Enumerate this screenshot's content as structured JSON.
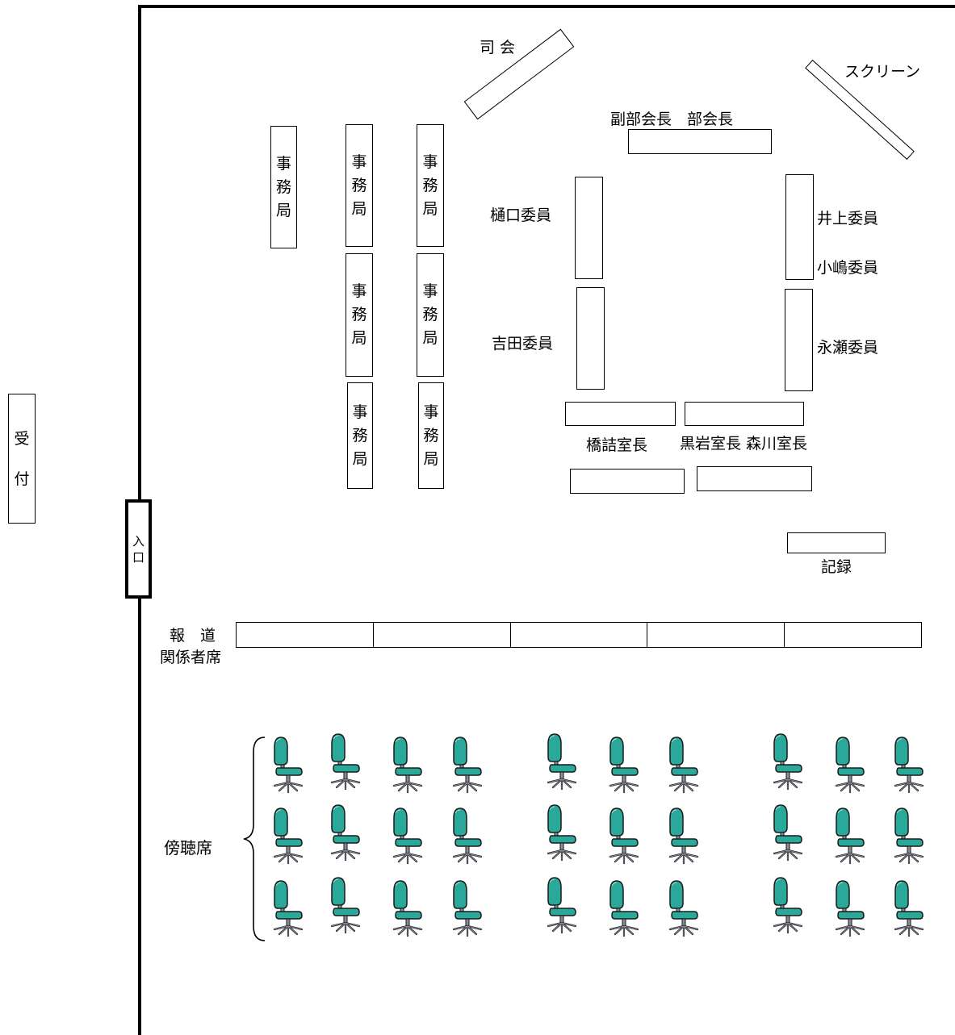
{
  "reception": {
    "label_chars": [
      "受",
      "付"
    ]
  },
  "entrance": {
    "label_chars": [
      "入",
      "口"
    ]
  },
  "emcee": {
    "label": "司 会"
  },
  "screen": {
    "label": "スクリーン"
  },
  "secretariat": {
    "label_chars": [
      "事",
      "務",
      "局"
    ],
    "count": 7
  },
  "head_table": {
    "label": "副部会長　部会長"
  },
  "members": {
    "higuchi": "樋口委員",
    "yoshida": "吉田委員",
    "inoue": "井上委員",
    "kojima": "小嶋委員",
    "nagase": "永瀬委員"
  },
  "office_chiefs": {
    "hashizume": "橋詰室長",
    "kuroiwa_morikawa": "黒岩室長 森川室長"
  },
  "record": {
    "label": "記録"
  },
  "press": {
    "line1": "報　道",
    "line2": "関係者席",
    "table_segments": 5
  },
  "gallery": {
    "label": "傍聴席",
    "chair_rows": 3,
    "chairs_per_row": 10
  },
  "colors": {
    "chair_seat": "#2aa89a",
    "chair_outline": "#1a1a1a",
    "chair_base": "#8a8a9a",
    "line": "#000000"
  }
}
